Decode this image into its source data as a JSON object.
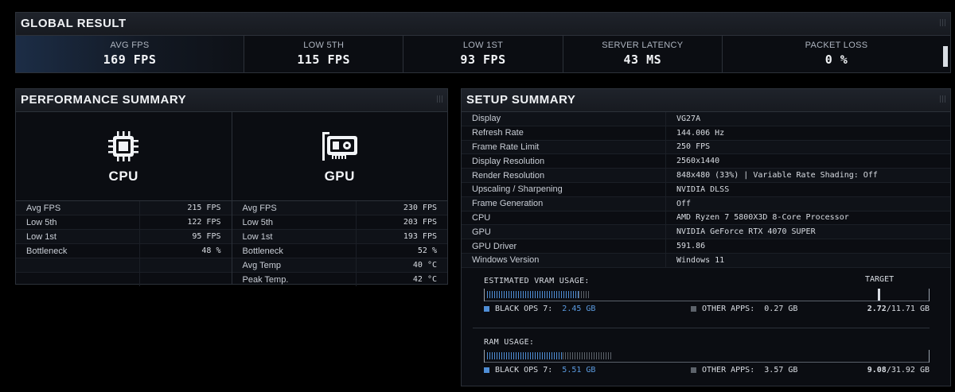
{
  "global": {
    "title": "GLOBAL RESULT",
    "stats": [
      {
        "label": "AVG FPS",
        "value": "169 FPS"
      },
      {
        "label": "LOW 5TH",
        "value": "115 FPS"
      },
      {
        "label": "LOW 1ST",
        "value": "93 FPS"
      },
      {
        "label": "SERVER LATENCY",
        "value": "43 MS"
      },
      {
        "label": "PACKET LOSS",
        "value": "0 %"
      }
    ]
  },
  "performance": {
    "title": "PERFORMANCE SUMMARY",
    "cpu": {
      "label": "CPU",
      "rows": [
        {
          "k": "Avg FPS",
          "v": "215 FPS"
        },
        {
          "k": "Low 5th",
          "v": "122 FPS"
        },
        {
          "k": "Low 1st",
          "v": "95 FPS"
        },
        {
          "k": "Bottleneck",
          "v": "48 %"
        }
      ]
    },
    "gpu": {
      "label": "GPU",
      "rows": [
        {
          "k": "Avg FPS",
          "v": "230 FPS"
        },
        {
          "k": "Low 5th",
          "v": "203 FPS"
        },
        {
          "k": "Low 1st",
          "v": "193 FPS"
        },
        {
          "k": "Bottleneck",
          "v": "52 %"
        },
        {
          "k": "Avg Temp",
          "v": "40 °C"
        },
        {
          "k": "Peak Temp.",
          "v": "42 °C"
        }
      ]
    }
  },
  "setup": {
    "title": "SETUP SUMMARY",
    "rows": [
      {
        "k": "Display",
        "v": "VG27A"
      },
      {
        "k": "Refresh Rate",
        "v": "144.006 Hz"
      },
      {
        "k": "Frame Rate Limit",
        "v": "250 FPS"
      },
      {
        "k": "Display Resolution",
        "v": "2560x1440"
      },
      {
        "k": "Render Resolution",
        "v": "848x480 (33%) | Variable Rate Shading: Off"
      },
      {
        "k": "Upscaling / Sharpening",
        "v": "NVIDIA DLSS"
      },
      {
        "k": "Frame Generation",
        "v": "Off"
      },
      {
        "k": "CPU",
        "v": "AMD Ryzen 7 5800X3D 8-Core Processor"
      },
      {
        "k": "GPU",
        "v": "NVIDIA GeForce RTX 4070 SUPER"
      },
      {
        "k": "GPU Driver",
        "v": "591.86"
      },
      {
        "k": "Windows Version",
        "v": "Windows 11"
      }
    ],
    "vram": {
      "title": "ESTIMATED VRAM USAGE:",
      "target_label": "TARGET",
      "game_label": "BLACK OPS 7:",
      "game_value": "2.45 GB",
      "other_label": "OTHER APPS:",
      "other_value": "0.27 GB",
      "used": "2.72",
      "total": "/11.71 GB",
      "game_fraction": 0.209,
      "other_fraction": 0.023,
      "target_fraction": 0.89
    },
    "ram": {
      "title": "RAM USAGE:",
      "game_label": "BLACK OPS 7:",
      "game_value": "5.51 GB",
      "other_label": "OTHER APPS:",
      "other_value": "3.57 GB",
      "used": "9.08",
      "total": "/31.92 GB",
      "game_fraction": 0.173,
      "other_fraction": 0.112
    },
    "colors": {
      "game": "#4f8ed6",
      "other": "#5d636b"
    }
  }
}
